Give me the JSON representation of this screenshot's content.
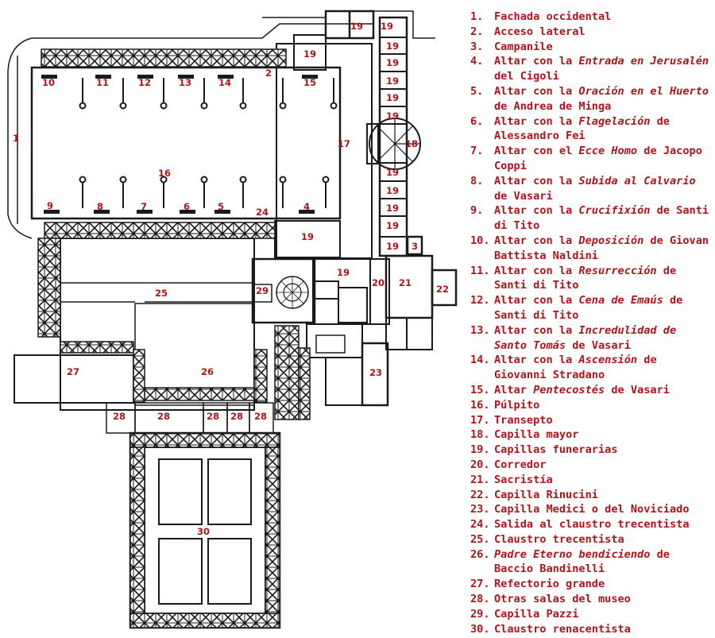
{
  "colors": {
    "label": "#b0131a",
    "wall": "#1a1a1a"
  },
  "plan_labels": [
    {
      "id": "lbl-1",
      "text": "1"
    },
    {
      "id": "lbl-2",
      "text": "2"
    },
    {
      "id": "lbl-3",
      "text": "3"
    },
    {
      "id": "lbl-4",
      "text": "4"
    },
    {
      "id": "lbl-5",
      "text": "5"
    },
    {
      "id": "lbl-6",
      "text": "6"
    },
    {
      "id": "lbl-7",
      "text": "7"
    },
    {
      "id": "lbl-8",
      "text": "8"
    },
    {
      "id": "lbl-9",
      "text": "9"
    },
    {
      "id": "lbl-10",
      "text": "10"
    },
    {
      "id": "lbl-11",
      "text": "11"
    },
    {
      "id": "lbl-12",
      "text": "12"
    },
    {
      "id": "lbl-13",
      "text": "13"
    },
    {
      "id": "lbl-14",
      "text": "14"
    },
    {
      "id": "lbl-15",
      "text": "15"
    },
    {
      "id": "lbl-16",
      "text": "16"
    },
    {
      "id": "lbl-17",
      "text": "17"
    },
    {
      "id": "lbl-18",
      "text": "18"
    },
    {
      "id": "lbl-19",
      "text": "19"
    },
    {
      "id": "lbl-20",
      "text": "20"
    },
    {
      "id": "lbl-21",
      "text": "21"
    },
    {
      "id": "lbl-22",
      "text": "22"
    },
    {
      "id": "lbl-23",
      "text": "23"
    },
    {
      "id": "lbl-24",
      "text": "24"
    },
    {
      "id": "lbl-25",
      "text": "25"
    },
    {
      "id": "lbl-26",
      "text": "26"
    },
    {
      "id": "lbl-27",
      "text": "27"
    },
    {
      "id": "lbl-28",
      "text": "28"
    },
    {
      "id": "lbl-29",
      "text": "29"
    },
    {
      "id": "lbl-30",
      "text": "30"
    }
  ],
  "legend": [
    {
      "num": "1.",
      "parts": [
        {
          "t": "Fachada occidental"
        }
      ]
    },
    {
      "num": "2.",
      "parts": [
        {
          "t": "Acceso lateral"
        }
      ]
    },
    {
      "num": "3.",
      "parts": [
        {
          "t": "Campanile"
        }
      ]
    },
    {
      "num": "4.",
      "parts": [
        {
          "t": "Altar con la "
        },
        {
          "t": "Entrada en Jerusalén",
          "i": true
        },
        {
          "t": " del Cigoli"
        }
      ]
    },
    {
      "num": "5.",
      "parts": [
        {
          "t": "Altar con la "
        },
        {
          "t": "Oración en el Huerto",
          "i": true
        },
        {
          "t": " de Andrea de Minga"
        }
      ]
    },
    {
      "num": "6.",
      "parts": [
        {
          "t": "Altar con la "
        },
        {
          "t": "Flagelación",
          "i": true
        },
        {
          "t": " de Alessandro Fei"
        }
      ]
    },
    {
      "num": "7.",
      "parts": [
        {
          "t": "Altar con el "
        },
        {
          "t": "Ecce Homo",
          "i": true
        },
        {
          "t": " de Jacopo Coppi"
        }
      ]
    },
    {
      "num": "8.",
      "parts": [
        {
          "t": "Altar con la "
        },
        {
          "t": "Subida al Calvario",
          "i": true
        },
        {
          "t": " de Vasari"
        }
      ]
    },
    {
      "num": "9.",
      "parts": [
        {
          "t": "Altar con la "
        },
        {
          "t": "Crucifixión",
          "i": true
        },
        {
          "t": " de Santi di Tito"
        }
      ]
    },
    {
      "num": "10.",
      "parts": [
        {
          "t": "Altar con la "
        },
        {
          "t": "Deposición",
          "i": true
        },
        {
          "t": " de Giovan Battista Naldini"
        }
      ]
    },
    {
      "num": "11.",
      "parts": [
        {
          "t": "Altar con la "
        },
        {
          "t": "Resurrección",
          "i": true
        },
        {
          "t": " de Santi di Tito"
        }
      ]
    },
    {
      "num": "12.",
      "parts": [
        {
          "t": "Altar con la "
        },
        {
          "t": "Cena de Emaús",
          "i": true
        },
        {
          "t": " de Santi di Tito"
        }
      ]
    },
    {
      "num": "13.",
      "parts": [
        {
          "t": "Altar con la "
        },
        {
          "t": "Incredulidad de Santo Tomás",
          "i": true
        },
        {
          "t": " de Vasari"
        }
      ]
    },
    {
      "num": "14.",
      "parts": [
        {
          "t": "Altar con la "
        },
        {
          "t": "Ascensión",
          "i": true
        },
        {
          "t": " de Giovanni Stradano"
        }
      ]
    },
    {
      "num": "15.",
      "parts": [
        {
          "t": "Altar "
        },
        {
          "t": "Pentecostés",
          "i": true
        },
        {
          "t": " de Vasari"
        }
      ]
    },
    {
      "num": "16.",
      "parts": [
        {
          "t": "Púlpito"
        }
      ]
    },
    {
      "num": "17.",
      "parts": [
        {
          "t": "Transepto"
        }
      ]
    },
    {
      "num": "18.",
      "parts": [
        {
          "t": "Capilla mayor"
        }
      ]
    },
    {
      "num": "19.",
      "parts": [
        {
          "t": "Capillas funerarias"
        }
      ]
    },
    {
      "num": "20.",
      "parts": [
        {
          "t": "Corredor"
        }
      ]
    },
    {
      "num": "21.",
      "parts": [
        {
          "t": "Sacristía"
        }
      ]
    },
    {
      "num": "22.",
      "parts": [
        {
          "t": "Capilla Rinucini"
        }
      ]
    },
    {
      "num": "23.",
      "parts": [
        {
          "t": "Capilla Medici o del Noviciado"
        }
      ]
    },
    {
      "num": "24.",
      "parts": [
        {
          "t": "Salida al claustro trecentista"
        }
      ]
    },
    {
      "num": "25.",
      "parts": [
        {
          "t": "Claustro trecentista"
        }
      ]
    },
    {
      "num": "26.",
      "parts": [
        {
          "t": "Padre Eterno bendiciendo",
          "i": true
        },
        {
          "t": " de Baccio Bandinelli"
        }
      ]
    },
    {
      "num": "27.",
      "parts": [
        {
          "t": "Refectorio grande"
        }
      ]
    },
    {
      "num": "28.",
      "parts": [
        {
          "t": "Otras salas del museo"
        }
      ]
    },
    {
      "num": "29.",
      "parts": [
        {
          "t": "Capilla Pazzi"
        }
      ]
    },
    {
      "num": "30.",
      "parts": [
        {
          "t": "Claustro renacentista"
        }
      ]
    }
  ]
}
